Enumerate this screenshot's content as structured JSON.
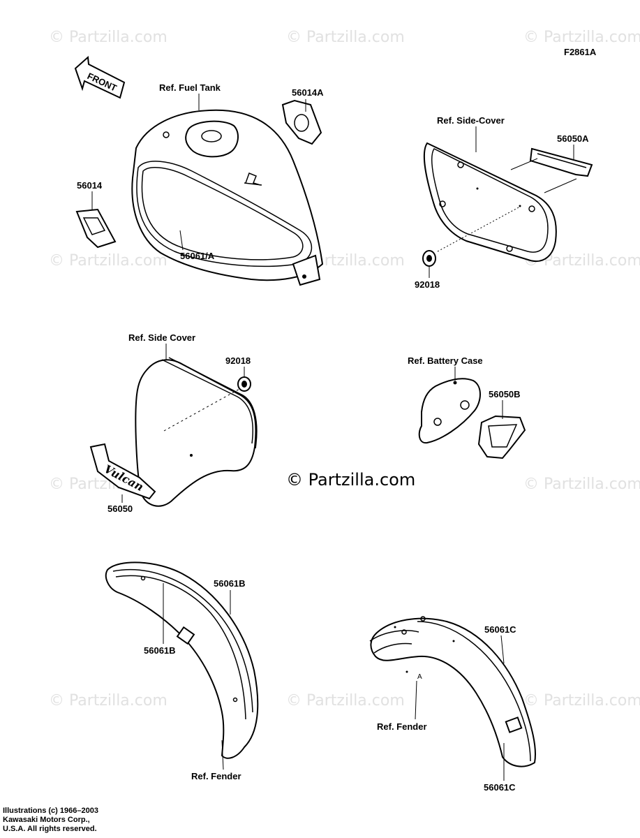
{
  "figure_code": "F2861A",
  "front_arrow": "FRONT",
  "watermark": "© Partzilla.com",
  "watermark_center": "© Partzilla.com",
  "labels": {
    "ref_fuel_tank": "Ref. Fuel Tank",
    "p56014A": "56014A",
    "p56014": "56014",
    "p56061A": "56061/A",
    "ref_side_cover_top": "Ref. Side-Cover",
    "p56050A": "56050A",
    "p92018_top": "92018",
    "ref_side_cover_mid": "Ref. Side Cover",
    "p92018_mid": "92018",
    "p56050": "56050",
    "emblem_text": "Vulcan",
    "ref_battery_case": "Ref. Battery Case",
    "p56050B": "56050B",
    "p56061B_right": "56061B",
    "p56061B_left": "56061B",
    "ref_fender_left": "Ref. Fender",
    "p56061C_top": "56061C",
    "ref_fender_right": "Ref. Fender",
    "p56061C_bottom": "56061C"
  },
  "copyright": {
    "line1": "Illustrations (c) 1966–2003",
    "line2": "Kawasaki Motors Corp.,",
    "line3": "U.S.A.  All rights reserved."
  }
}
